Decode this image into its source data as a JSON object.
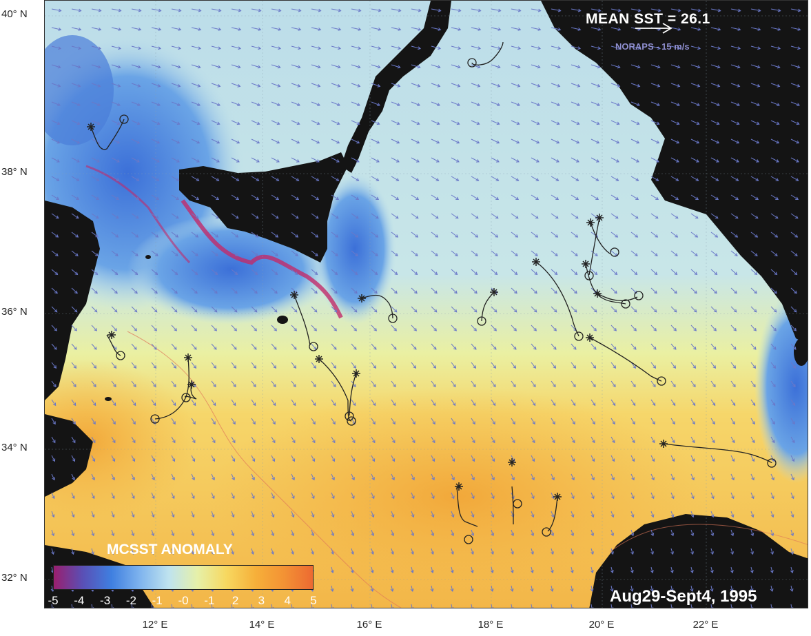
{
  "map": {
    "header_text": "MEAN SST = 26.1",
    "reference_vector_label": "NORAPS - 15 m/s",
    "period": "Aug29-Sept4, 1995",
    "legend": {
      "title": "MCSST ANOMALY",
      "ticks": [
        "-5",
        "-4",
        "-3",
        "-2",
        "-1",
        "-0",
        "-1",
        "2",
        "3",
        "4",
        "5"
      ],
      "colors": [
        "#9a1f6e",
        "#5a4fb5",
        "#3f7fe0",
        "#7fb4ee",
        "#bfe3ef",
        "#e6f0a8",
        "#f7d860",
        "#f6b03a",
        "#f39234",
        "#ec6a32"
      ]
    },
    "latitude_labels": [
      "40° N",
      "38° N",
      "36° N",
      "34° N",
      "32° N"
    ],
    "longitude_labels": [
      "12° E",
      "14° E",
      "16° E",
      "18° E",
      "20° E",
      "22° E"
    ],
    "colors": {
      "land": "#141414",
      "cold_sea": "#4a84dc",
      "neutral_sea": "#bfe0ea",
      "warm_sea": "#f3c050",
      "wind_vector": "#6a78c8",
      "drifter_track": "#222222"
    }
  }
}
